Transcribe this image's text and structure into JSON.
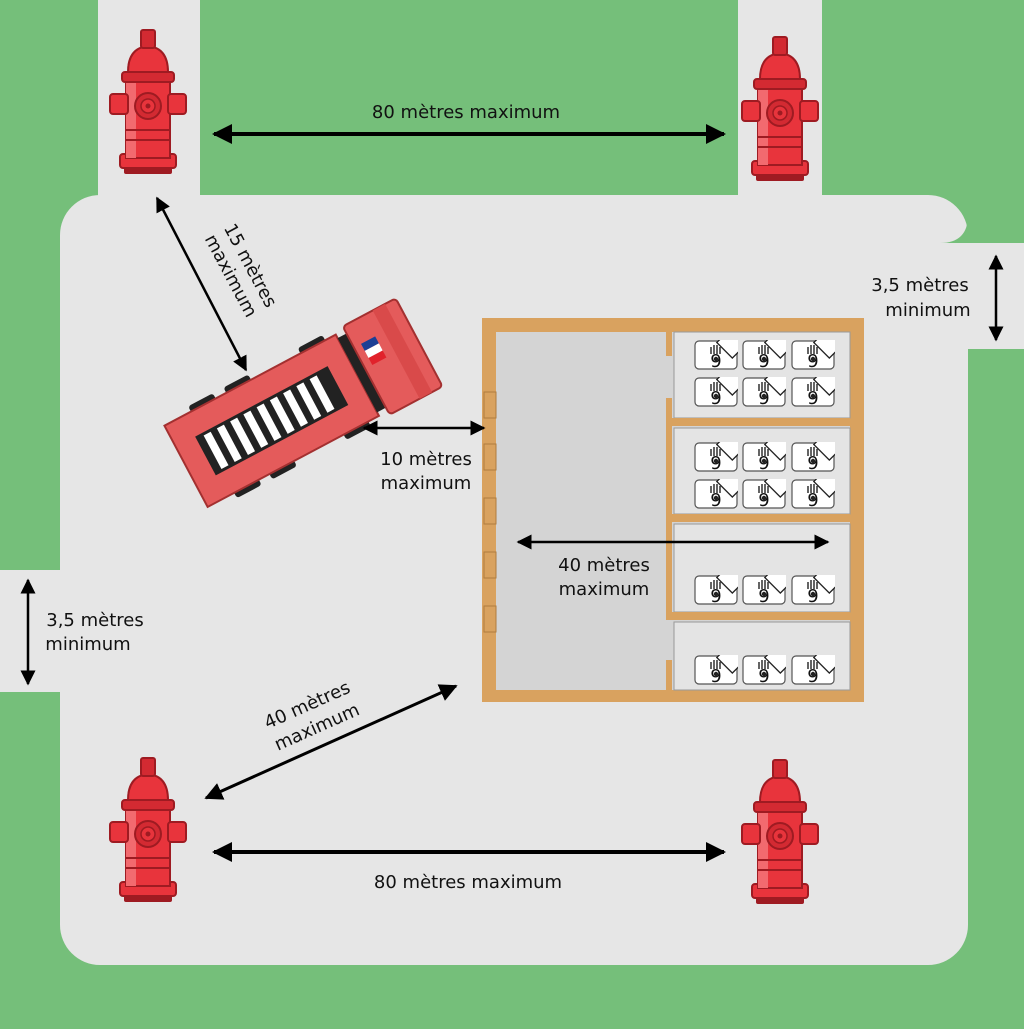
{
  "colors": {
    "grass": "#75bf7a",
    "pavement": "#e6e6e6",
    "wall": "#d9a25f",
    "building_floor": "#d4d4d4",
    "hydrant": "#e8343c",
    "truck": "#e45b5b",
    "arrow": "#000000"
  },
  "measurements": {
    "top_hydrant_spacing": "80 mètres maximum",
    "bottom_hydrant_spacing": "80 mètres maximum",
    "hydrant_to_truck": [
      "15 mètres",
      "maximum"
    ],
    "truck_to_building": [
      "10 mètres",
      "maximum"
    ],
    "inside_building": [
      "40 mètres",
      "maximum"
    ],
    "hydrant_to_building": [
      "40 mètres",
      "maximum"
    ],
    "right_access_width": [
      "3,5 mètres",
      "minimum"
    ],
    "left_access_width": [
      "3,5 mètres",
      "minimum"
    ]
  },
  "icons": {
    "hydrant": "fire-hydrant-icon",
    "truck": "fire-truck-icon",
    "hazard": "class-9-hazard-placard-icon",
    "flag": "french-flag-icon"
  }
}
